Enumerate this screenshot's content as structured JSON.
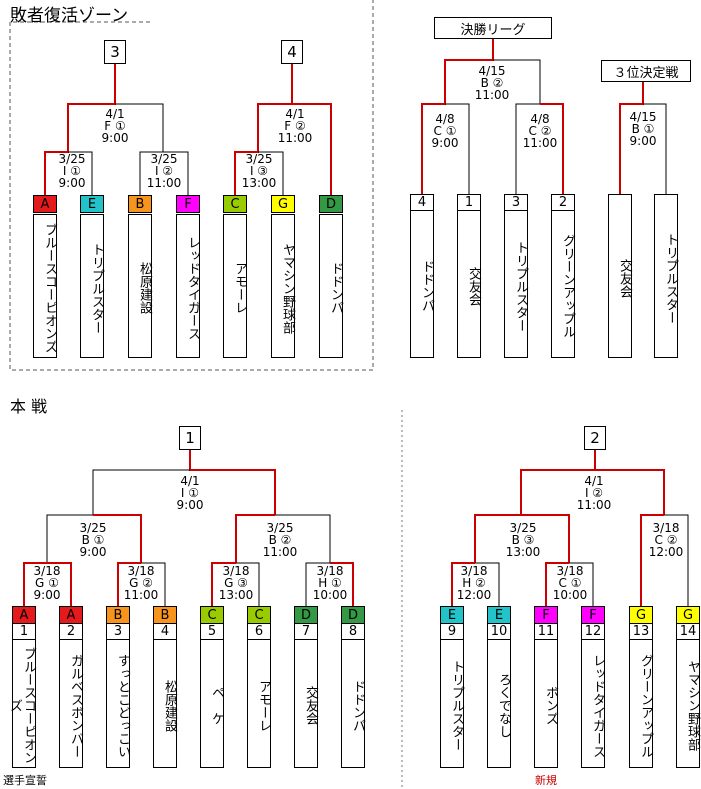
{
  "titles": {
    "losers": "敗者復活ゾーン",
    "final_league": "決勝リーグ",
    "third_place": "３位決定戦",
    "main": "本 戦"
  },
  "colors": {
    "red": "#cc0000",
    "A": "#e41a1c",
    "E": "#22c3c9",
    "B": "#f7941d",
    "F": "#ff00ff",
    "C": "#99cc00",
    "G": "#ffff00",
    "D": "#339944"
  },
  "losers": {
    "slots": [
      "3",
      "4"
    ],
    "matches": [
      "4/1\nF ①\n9:00",
      "4/1\nF ②\n11:00",
      "3/25\nI ①\n9:00",
      "3/25\nI ②\n11:00",
      "3/25\nI ③\n13:00"
    ],
    "teams": [
      {
        "badge": "A",
        "name": "ブルースコーピオンズ"
      },
      {
        "badge": "E",
        "name": "トリプルスター"
      },
      {
        "badge": "B",
        "name": "松原建設"
      },
      {
        "badge": "F",
        "name": "レッドタイガース"
      },
      {
        "badge": "C",
        "name": "アモーレ"
      },
      {
        "badge": "G",
        "name": "ヤマシン野球部"
      },
      {
        "badge": "D",
        "name": "ドドンパ"
      }
    ]
  },
  "final": {
    "matches": [
      "4/15\nB ②\n11:00",
      "4/8\nC ①\n9:00",
      "4/8\nC ②\n11:00"
    ],
    "teams": [
      {
        "num": "4",
        "name": "ドドンパ"
      },
      {
        "num": "1",
        "name": "交友会"
      },
      {
        "num": "3",
        "name": "トリプルスター"
      },
      {
        "num": "2",
        "name": "グリーンアップル"
      }
    ]
  },
  "third": {
    "match": "4/15\nB ①\n9:00",
    "teams": [
      {
        "name": "交友会"
      },
      {
        "name": "トリプルスター"
      }
    ]
  },
  "main": {
    "slots": [
      "1",
      "2"
    ],
    "matches": [
      "4/1\nI ①\n9:00",
      "3/25\nB ①\n9:00",
      "3/25\nB ②\n11:00",
      "3/18\nG ①\n9:00",
      "3/18\nG ②\n11:00",
      "3/18\nG ③\n13:00",
      "3/18\nH ①\n10:00",
      "4/1\nI ②\n11:00",
      "3/25\nB ③\n13:00",
      "3/18\nC ②\n12:00",
      "3/18\nH ②\n12:00",
      "3/18\nC ①\n10:00"
    ],
    "teams": [
      {
        "badge": "A",
        "num": "1",
        "name": "ブルースコーピオンズ"
      },
      {
        "badge": "A",
        "num": "2",
        "name": "ガルベスボンバー"
      },
      {
        "badge": "B",
        "num": "3",
        "name": "すっとこどっこい"
      },
      {
        "badge": "B",
        "num": "4",
        "name": "松原建設"
      },
      {
        "badge": "C",
        "num": "5",
        "name": "ペ　ケ"
      },
      {
        "badge": "C",
        "num": "6",
        "name": "アモーレ"
      },
      {
        "badge": "D",
        "num": "7",
        "name": "交友会"
      },
      {
        "badge": "D",
        "num": "8",
        "name": "ドドンパ"
      },
      {
        "badge": "E",
        "num": "9",
        "name": "トリプルスター"
      },
      {
        "badge": "E",
        "num": "10",
        "name": "ろくでなし"
      },
      {
        "badge": "F",
        "num": "11",
        "name": "ボンズ"
      },
      {
        "badge": "F",
        "num": "12",
        "name": "レッドタイガース"
      },
      {
        "badge": "G",
        "num": "13",
        "name": "グリーンアップル"
      },
      {
        "badge": "G",
        "num": "14",
        "name": "ヤマシン野球部"
      }
    ],
    "notes": {
      "pledge": "選手宣誓",
      "new": "新規"
    }
  }
}
